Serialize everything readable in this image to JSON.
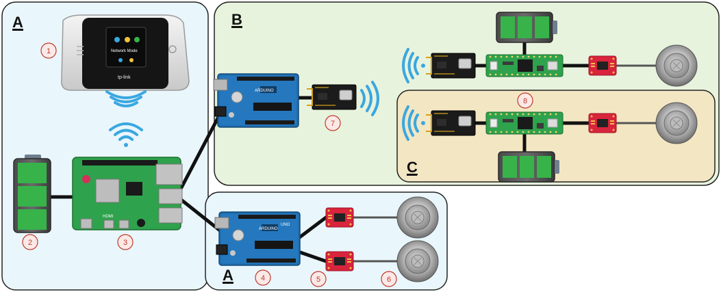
{
  "sections": {
    "a_top": "A",
    "b": "B",
    "c": "C",
    "a_bottom": "A"
  },
  "markers": [
    "1",
    "2",
    "3",
    "4",
    "5",
    "6",
    "7",
    "8"
  ],
  "router": {
    "brand": "tp-link",
    "screen_text": "Network Mode"
  },
  "arduino": {
    "label": "ARDUINO",
    "model": "UNO"
  },
  "rpi": {
    "port_label": "HDMI"
  },
  "colors": {
    "panel_a": "#e9f6fc",
    "panel_b": "#e8f3dd",
    "panel_c": "#f3e6c3",
    "battery_green": "#37b34a",
    "wifi_blue": "#3aa7e0",
    "marker_red": "#c0392b"
  }
}
